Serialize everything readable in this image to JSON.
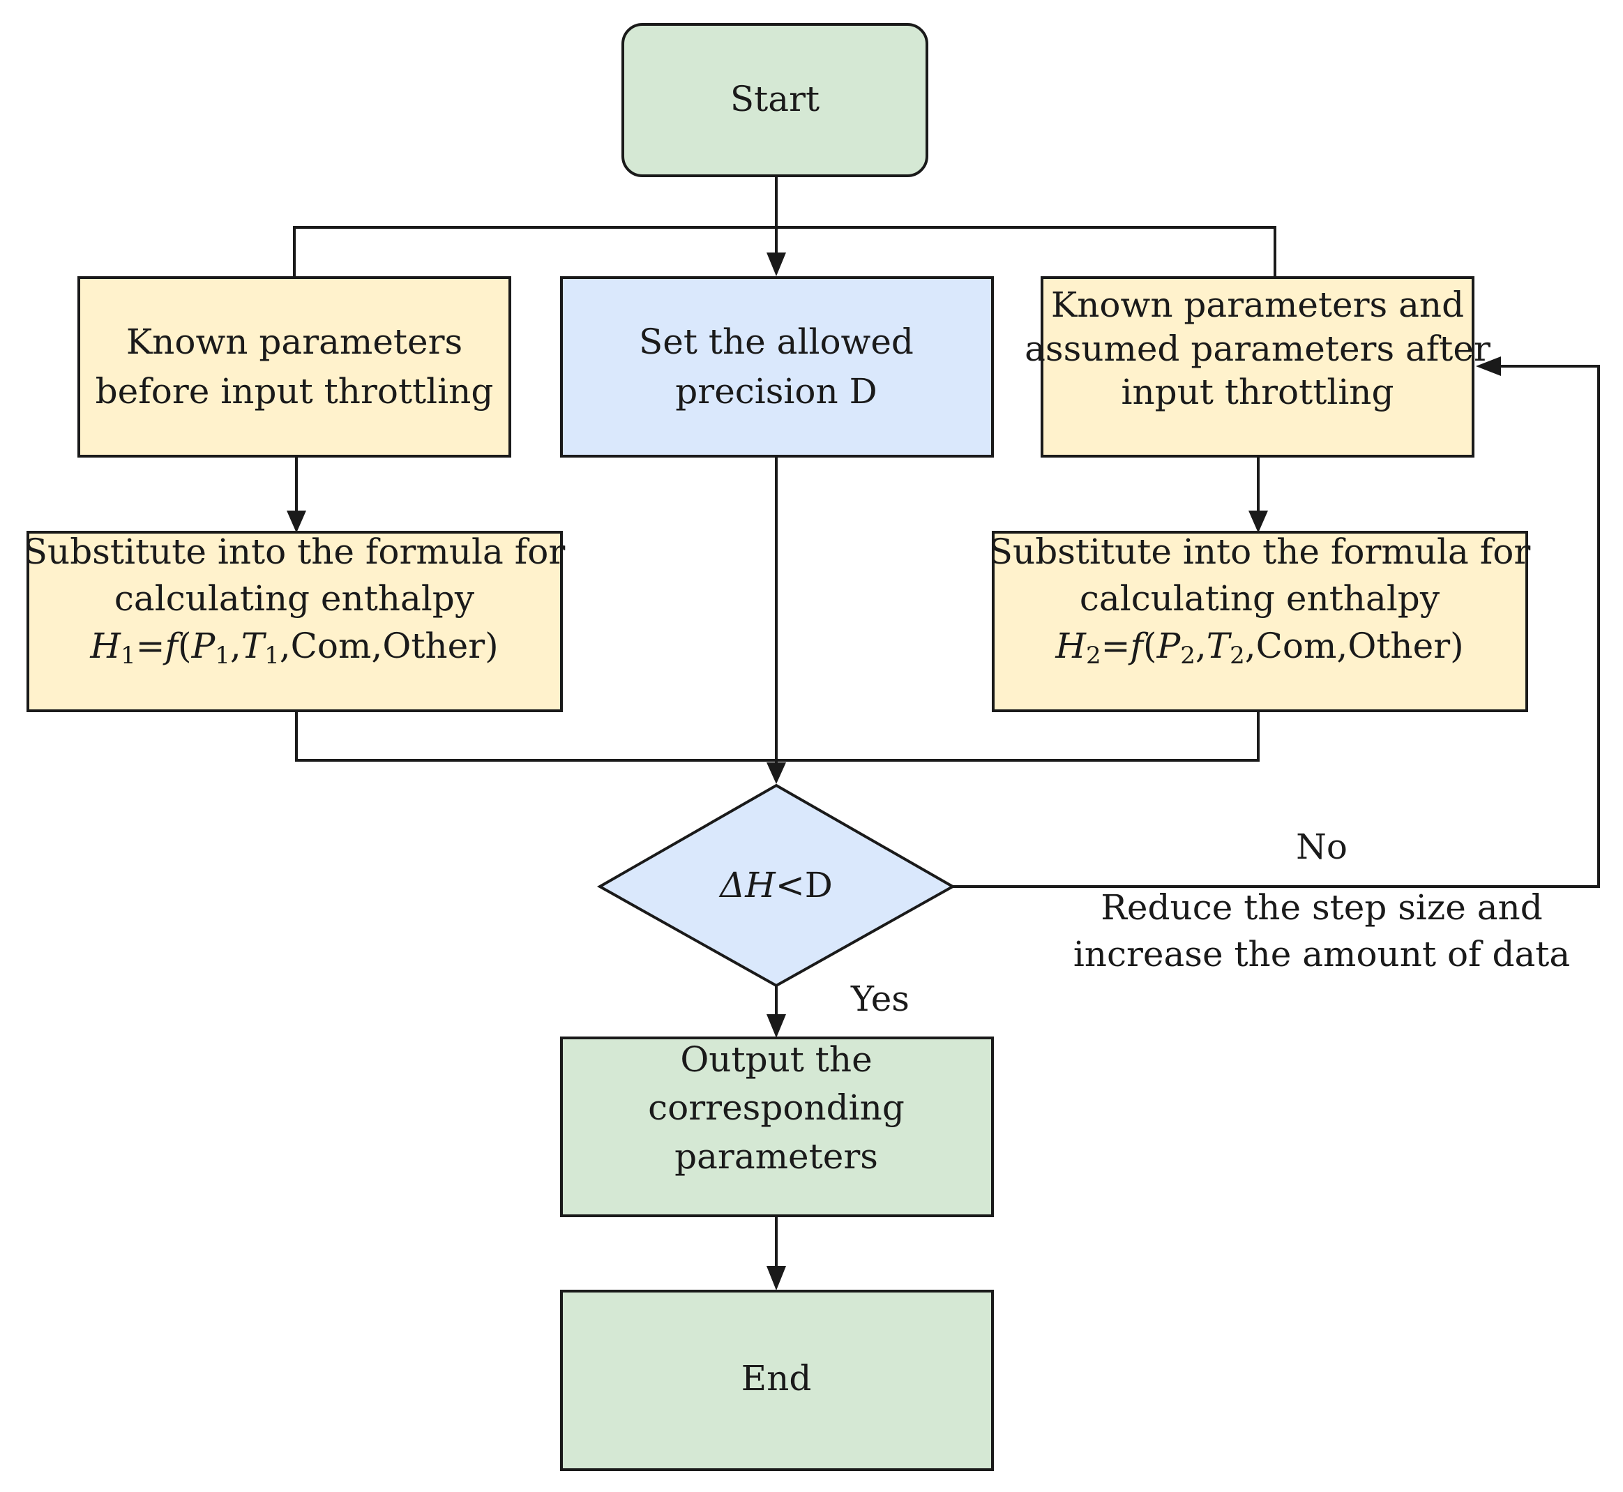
{
  "colors": {
    "terminal_fill": "#d5e8d4",
    "input_fill": "#fff2cc",
    "precision_fill": "#dae8fc",
    "decision_fill": "#dae8fc",
    "line": "#1a1a1a"
  },
  "nodes": {
    "start": {
      "text": "Start"
    },
    "known_before": {
      "lines": [
        "Known parameters",
        "before input throttling"
      ]
    },
    "set_precision": {
      "lines": [
        "Set the allowed",
        "precision D"
      ]
    },
    "known_after": {
      "lines": [
        "Known parameters and",
        "assumed parameters after",
        "input throttling"
      ]
    },
    "substitute_left": {
      "lines": [
        "Substitute into the formula for",
        "calculating enthalpy"
      ],
      "formula": {
        "lhs": "H",
        "lhs_sub": "1",
        "eq": "=",
        "func": "f",
        "open": "(",
        "p": "P",
        "p_sub": "1",
        "comma1": ",",
        "t": "T",
        "t_sub": "1",
        "rest": ",Com,Other)"
      }
    },
    "substitute_right": {
      "lines": [
        "Substitute into the formula for",
        "calculating enthalpy"
      ],
      "formula": {
        "lhs": "H",
        "lhs_sub": "2",
        "eq": "=",
        "func": "f",
        "open": "(",
        "p": "P",
        "p_sub": "2",
        "comma1": ",",
        "t": "T",
        "t_sub": "2",
        "rest": ",Com,Other)"
      }
    },
    "decision": {
      "delta": "ΔH",
      "op": "<",
      "rhs": "D"
    },
    "output": {
      "lines": [
        "Output the",
        "corresponding",
        "parameters"
      ]
    },
    "end": {
      "text": "End"
    }
  },
  "edge_labels": {
    "no": "No",
    "yes": "Yes",
    "loop_note": [
      "Reduce the step size and",
      "increase the amount of data"
    ]
  }
}
